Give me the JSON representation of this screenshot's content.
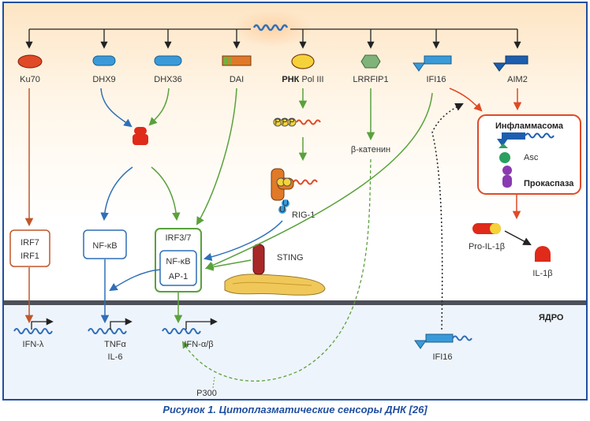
{
  "figure": {
    "caption": "Рисунок 1. Цитоплазматические сенсоры ДНК [26]",
    "sensors": [
      "Ku70",
      "DHX9",
      "DHX36",
      "DAI",
      "Pol III",
      "LRRFIP1",
      "IFI16",
      "AIM2"
    ],
    "sensor_prefix_bold": "РНК",
    "nodes": {
      "irf7": "IRF7",
      "irf1": "IRF1",
      "nfkb": "NF-κB",
      "irf37": "IRF3/7",
      "nfkb_inner": "NF-κB",
      "ap1": "AP-1",
      "bcatenin": "β-катенин",
      "rig1": "RIG-1",
      "sting": "STING",
      "inflammasome": "Инфламмасома",
      "asc": "Asc",
      "procaspase": "Прокаспаза",
      "pro_il1b": "Pro-IL-1β",
      "il1b": "IL-1β",
      "nucleus": "ЯДРО",
      "ifi16_nuc": "IFI16",
      "p300": "P300",
      "ppp": "P",
      "ub": "U"
    },
    "genes": {
      "ifn_lambda": "IFN-λ",
      "tnf": "TNFα",
      "il6": "IL-6",
      "ifn_ab": "IFN-α/β"
    },
    "colors": {
      "orange_arrow": "#c0572a",
      "blue_arrow": "#2f6fb8",
      "green_arrow": "#5aa13c",
      "red_arrow": "#e04a26",
      "frame": "#1f4fa0",
      "membrane": "#4d5058"
    }
  }
}
